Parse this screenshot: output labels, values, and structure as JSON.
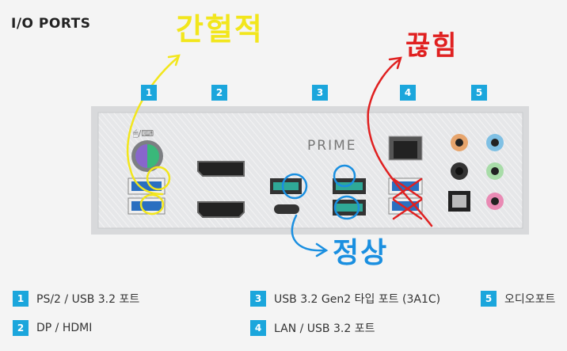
{
  "title": "I/O PORTS",
  "panel": {
    "brand": "PRIME"
  },
  "port_badges": [
    "1",
    "2",
    "3",
    "4",
    "5"
  ],
  "legend": [
    {
      "num": "1",
      "label": "PS/2 / USB 3.2 포트"
    },
    {
      "num": "2",
      "label": "DP / HDMI"
    },
    {
      "num": "3",
      "label": "USB 3.2 Gen2 타입 포트 (3A1C)"
    },
    {
      "num": "4",
      "label": "LAN / USB 3.2 포트"
    },
    {
      "num": "5",
      "label": "오디오포트"
    }
  ],
  "annotations": {
    "intermittent": {
      "text": "간헐적",
      "color": "#f2e61c"
    },
    "disconnected": {
      "text": "끊힘",
      "color": "#e02020"
    },
    "normal": {
      "text": "정상",
      "color": "#1a8fe0"
    }
  },
  "colors": {
    "badge": "#1ba6dc",
    "background": "#f4f4f4"
  }
}
